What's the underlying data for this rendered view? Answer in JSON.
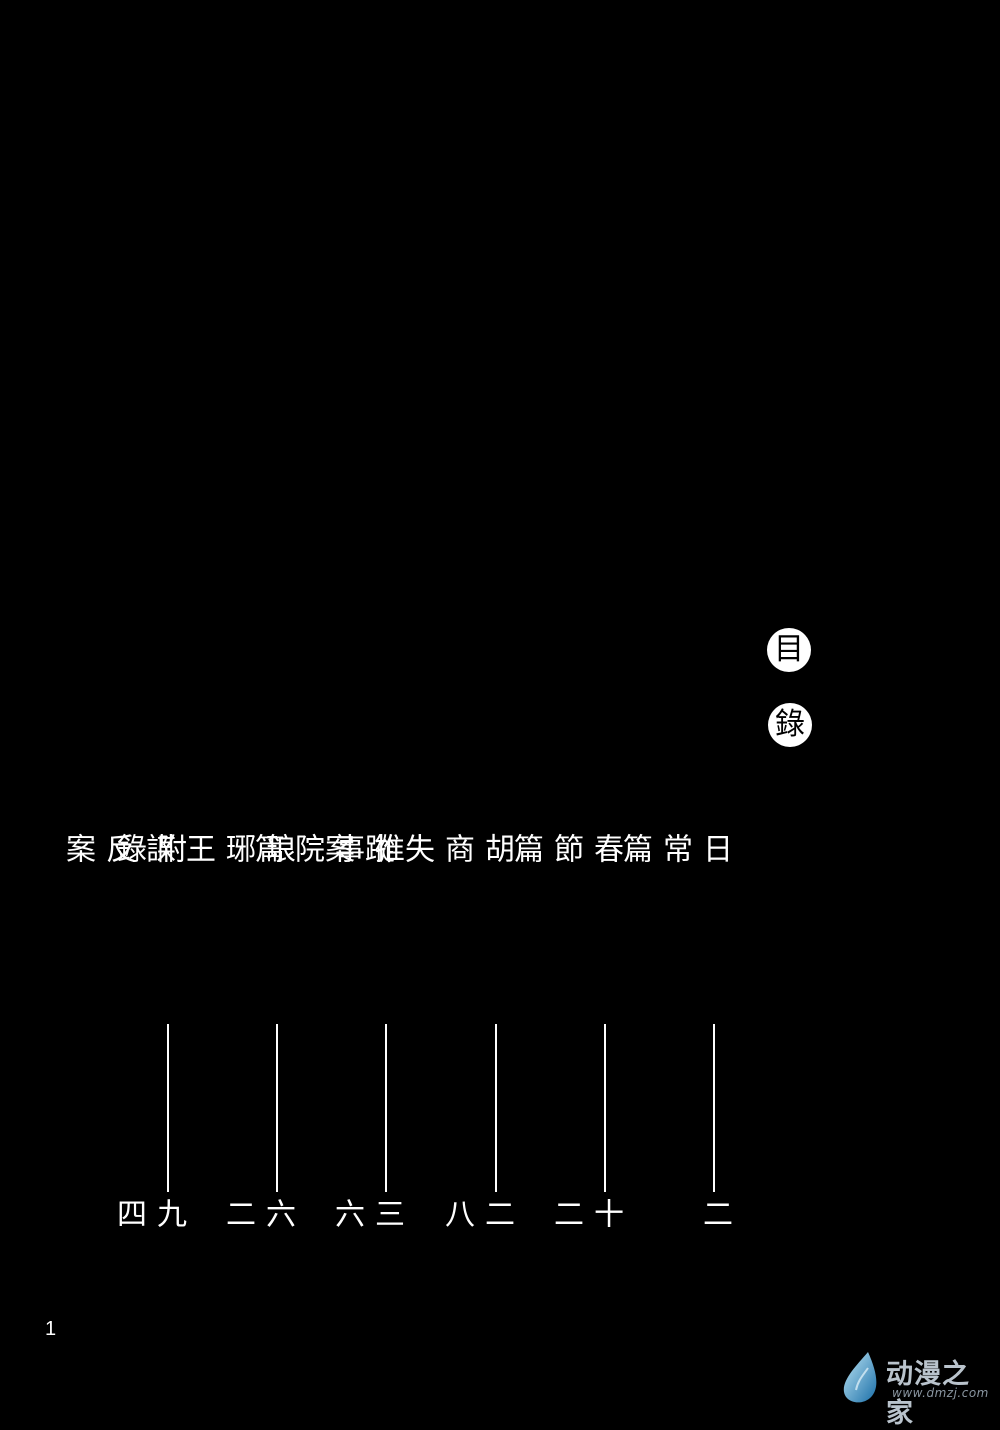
{
  "title": [
    "目",
    "錄"
  ],
  "toc": [
    {
      "name": "日常篇",
      "page": "二"
    },
    {
      "name": "春節篇",
      "page": "十二"
    },
    {
      "name": "胡商失蹤案",
      "page": "二八"
    },
    {
      "name": "推事院篇",
      "page": "三六"
    },
    {
      "name": "琅琊王謀反案",
      "page": "六二"
    },
    {
      "name": "附錄",
      "page": "九四"
    }
  ],
  "page_number": "1",
  "watermark": {
    "name": "动漫之家",
    "url": "www.dmzj.com",
    "colors": {
      "drop_light": "#bfe6f5",
      "drop_dark": "#1b6fa8"
    }
  }
}
